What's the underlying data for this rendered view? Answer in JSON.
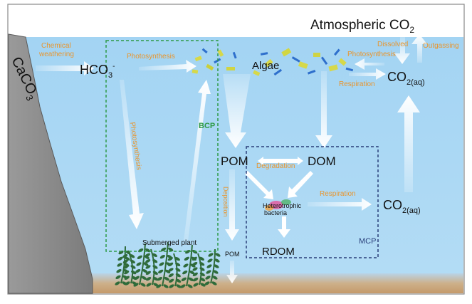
{
  "atmosphere": {
    "label": "Atmospheric CO",
    "sub": "2"
  },
  "rock": {
    "label": "CaCO",
    "sub": "3"
  },
  "nodes": {
    "hco3": {
      "label": "HCO",
      "sub": "3",
      "sup": "-"
    },
    "algae": "Algae",
    "co2_aq_upper": {
      "label": "CO",
      "sub": "2(aq)"
    },
    "co2_aq_lower": {
      "label": "CO",
      "sub": "2(aq)"
    },
    "pom": "POM",
    "dom": "DOM",
    "rdom": "RDOM",
    "pom_small": "POM",
    "bacteria": [
      "Heterotrophic",
      "bacteria"
    ],
    "submerged_plant": "Submerged plant"
  },
  "processes": {
    "chemical_weathering": [
      "Chemical",
      "weathering"
    ],
    "photosynthesis_top": "Photosynthesis",
    "photosynthesis_vertical": "Photosynthesis",
    "photosynthesis_right": "Photosynthesis",
    "respiration_top": "Respiration",
    "respiration_bottom": "Respiration",
    "dissolved": "Dissolved",
    "outgassing": "Outgassing",
    "degradation": "Degradation",
    "deposition": "Deposition"
  },
  "boxes": {
    "bcp": "BCP",
    "mcp": "MCP"
  },
  "colors": {
    "water": "#a7d6f4",
    "process_text": "#e8952e",
    "rock": "#8c8c8c",
    "sediment": "#c9a57a",
    "bcp_border": "#2e9a46",
    "mcp_border": "#2a3f7a",
    "arrow": "#ffffff",
    "plant": "#2f6b3a",
    "algae_yellow": "#d6d84a",
    "algae_blue": "#2e6fcc"
  }
}
